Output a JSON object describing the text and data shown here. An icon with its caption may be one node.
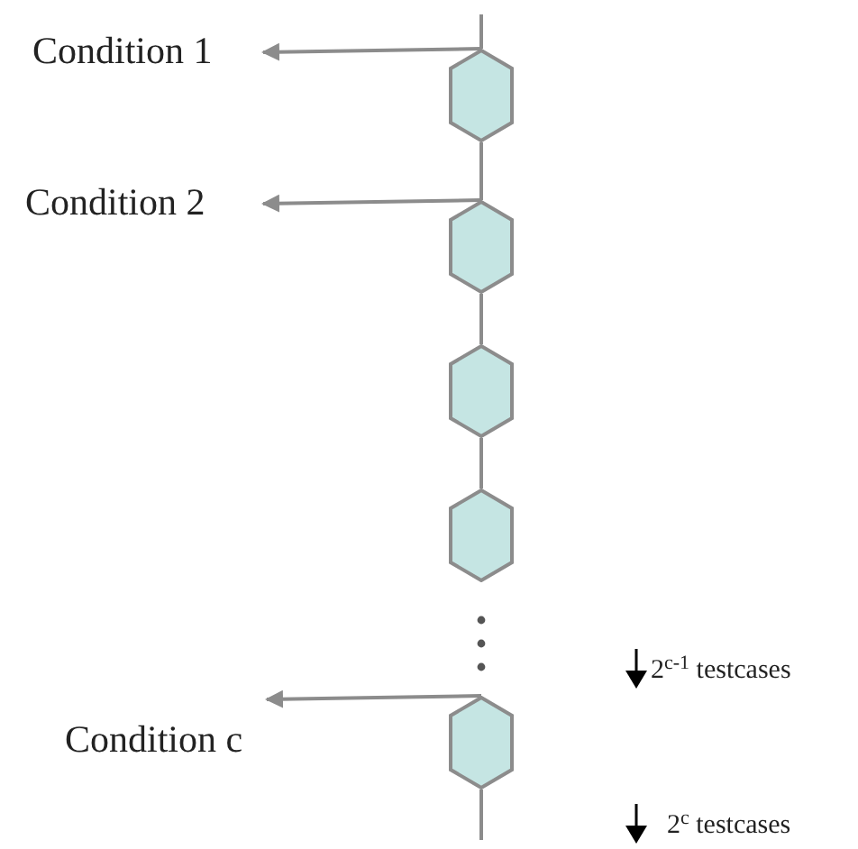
{
  "diagram": {
    "nodes": [
      {
        "text": [
          "Condition 1"
        ]
      },
      {
        "text": [],
        "shape": "hexagon"
      },
      {
        "text": [
          "Condition 2"
        ]
      },
      {
        "text": [],
        "shape": "hexagon"
      },
      {
        "text": [],
        "shape": "hexagon"
      },
      {
        "text": [],
        "shape": "hexagon"
      },
      {
        "text": [
          "Condition c"
        ]
      },
      {
        "text": [],
        "shape": "hexagon"
      }
    ],
    "edges": [
      {
        "from": 1,
        "to": 0,
        "arrow": "to"
      },
      {
        "from": 3,
        "to": 2,
        "arrow": "to"
      },
      {
        "from": 7,
        "to": 6,
        "arrow": "to"
      },
      {
        "from": null,
        "to": 1,
        "arrow": "none"
      },
      {
        "from": 1,
        "to": 3,
        "arrow": "none"
      },
      {
        "from": 3,
        "to": 4,
        "arrow": "none"
      },
      {
        "from": 4,
        "to": 5,
        "arrow": "none"
      },
      {
        "from": 7,
        "to": null,
        "arrow": "none"
      }
    ],
    "labels": [
      "2$^{c-1}$ testcases",
      "2$^{c}$ testcases"
    ]
  }
}
